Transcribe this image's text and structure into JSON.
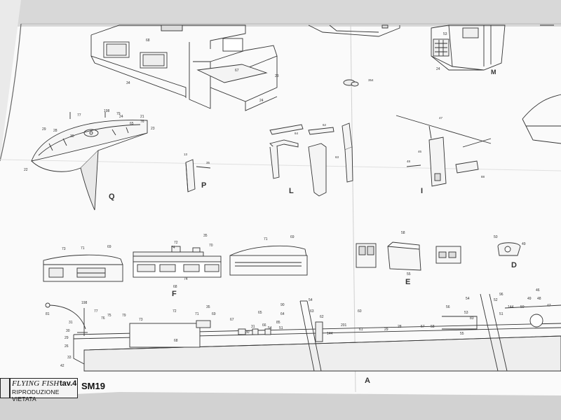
{
  "title_block": {
    "brand": "FLYING FISH",
    "sheet": "tav.4",
    "notice": "RIPRODUZIONE VIETATA",
    "code": "SM19"
  },
  "section_labels": [
    "Q",
    "P",
    "L",
    "I",
    "M",
    "F",
    "E",
    "D",
    "A"
  ],
  "part_numbers": {
    "deckhouse": [
      "68",
      "34",
      "67",
      "23",
      "24"
    ],
    "small_part": [
      "354"
    ],
    "bow_q": [
      "198",
      "79",
      "77",
      "24",
      "21",
      "76",
      "29",
      "28",
      "30",
      "65",
      "22",
      "23"
    ],
    "p": [
      "13",
      "35"
    ],
    "l": [
      "64",
      "62",
      "63"
    ],
    "i": [
      "47",
      "46",
      "48",
      "88"
    ],
    "m": [
      "53",
      "24"
    ],
    "f": [
      "73",
      "71",
      "69",
      "72",
      "74",
      "35",
      "70",
      "68",
      "74",
      "71",
      "69"
    ],
    "e": [
      "58",
      "55"
    ],
    "d": [
      "50",
      "49"
    ],
    "hull_a": [
      "81",
      "198",
      "77",
      "31",
      "30",
      "29",
      "26",
      "33",
      "42",
      "76",
      "75",
      "79",
      "73",
      "72",
      "71",
      "35",
      "69",
      "68",
      "67",
      "30",
      "31",
      "66",
      "54",
      "65",
      "85",
      "64",
      "51",
      "90",
      "54",
      "63",
      "62",
      "144",
      "201",
      "61",
      "60",
      "29",
      "28",
      "57",
      "58",
      "56",
      "53",
      "83",
      "55",
      "54",
      "52",
      "96",
      "144",
      "51",
      "50",
      "49",
      "48",
      "47",
      "46"
    ]
  }
}
